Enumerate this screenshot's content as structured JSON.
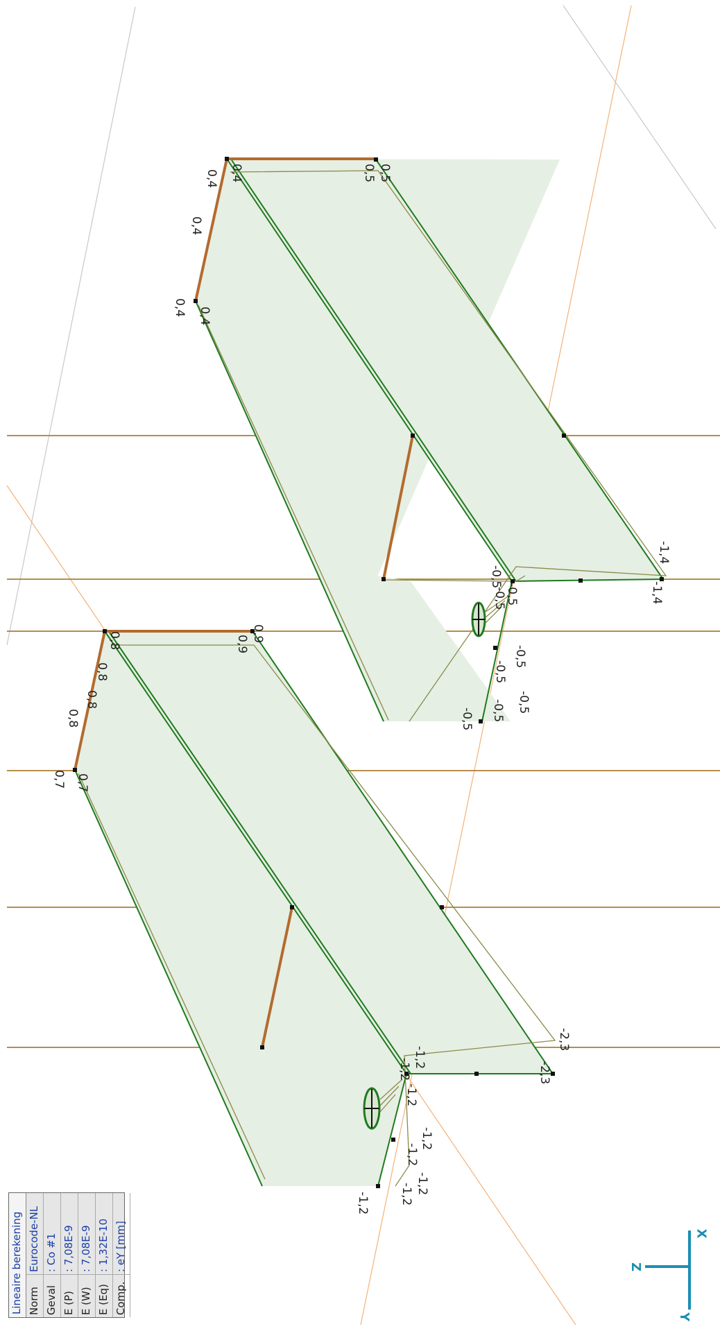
{
  "colors": {
    "fill": "#e6efe3",
    "outline": "#1f7a1f",
    "deformed": "#8a8a4a",
    "member": "#b36b2e",
    "grid": "#b58d4c",
    "axis_thin": "#f3b27a",
    "axis_gray": "#c8c8c8",
    "axes_icon": "#1a8fb3"
  },
  "info_box": {
    "title": "Lineaire berekening",
    "rows": [
      {
        "key": "Norm",
        "value": "Eurocode-NL"
      },
      {
        "key": "Geval",
        "value": ": Co #1"
      },
      {
        "key": "E (P)",
        "value": ": 7,08E-9"
      },
      {
        "key": "E (W)",
        "value": ": 7,08E-9"
      },
      {
        "key": "E (Eq)",
        "value": ": 1,32E-10"
      },
      {
        "key": "Comp.",
        "value": ": eY [mm]"
      }
    ]
  },
  "axes_icon": {
    "z": "Z",
    "x": "X",
    "y": "Y"
  },
  "labels": {
    "u1": "0,5",
    "u2": "0,5",
    "u3": "0,4",
    "u4": "0,4",
    "u5": "0,4",
    "u6": "0,4",
    "u7": "0,4",
    "u8": "-1,4",
    "u9": "-1,4",
    "u10": "-0,5",
    "u11": "-0,5",
    "u12": "-0,5",
    "u13": "-0,5",
    "u14": "-0,5",
    "u15": "-0,5",
    "u16": "-0,5",
    "u17": "-0,5",
    "l1": "0,9",
    "l2": "0,9",
    "l3": "0,8",
    "l4": "0,8",
    "l5": "0,8",
    "l6": "0,8",
    "l7": "0,7",
    "l8": "0,7",
    "l9": "-2,3",
    "l10": "-2,3",
    "l11": "-1,2",
    "l12": "-1,2",
    "l13": "-1,2",
    "l14": "-1,2",
    "l15": "-1,2",
    "l16": "-1,2",
    "l17": "-1,2",
    "l18": "-1,2"
  }
}
